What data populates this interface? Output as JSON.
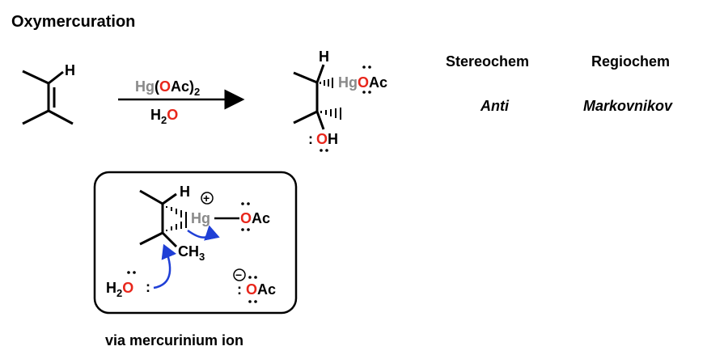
{
  "title": "Oxymercuration",
  "colors": {
    "black": "#000000",
    "oxygen": "#e8261b",
    "mercury": "#8a8a8a",
    "markovnikov": "#1f3fd6",
    "anti": "#9a9a9a",
    "curly_arrow": "#1f3fd6"
  },
  "reactant": {
    "h_label": "H"
  },
  "reagents": {
    "hg": "Hg",
    "paren_open": "(",
    "oac_o": "O",
    "oac_ac": "Ac",
    "paren_close": ")",
    "sub_2": "2",
    "water_h": "H",
    "water_sub": "2",
    "water_o": "O"
  },
  "product": {
    "h_label": "H",
    "hg": "Hg",
    "o_label": "O",
    "ac_label": "Ac",
    "oh_o": "O",
    "oh_h": "H",
    "lone_pair_colon": ":"
  },
  "columns": {
    "stereochem_header": "Stereochem",
    "regiochem_header": "Regiochem",
    "stereochem_value": "Anti",
    "regiochem_value": "Markovnikov"
  },
  "mechanism": {
    "h_label": "H",
    "plus_charge": "+",
    "hg": "Hg",
    "o_label": "O",
    "ac_label": "Ac",
    "ch": "CH",
    "ch_sub": "3",
    "water_h": "H",
    "water_sub": "2",
    "water_o": "O",
    "water_colon": ":",
    "minus_charge": "−",
    "acetate_colon": ":",
    "acetate_o": "O",
    "acetate_ac": "Ac",
    "caption": "via mercurinium ion"
  }
}
